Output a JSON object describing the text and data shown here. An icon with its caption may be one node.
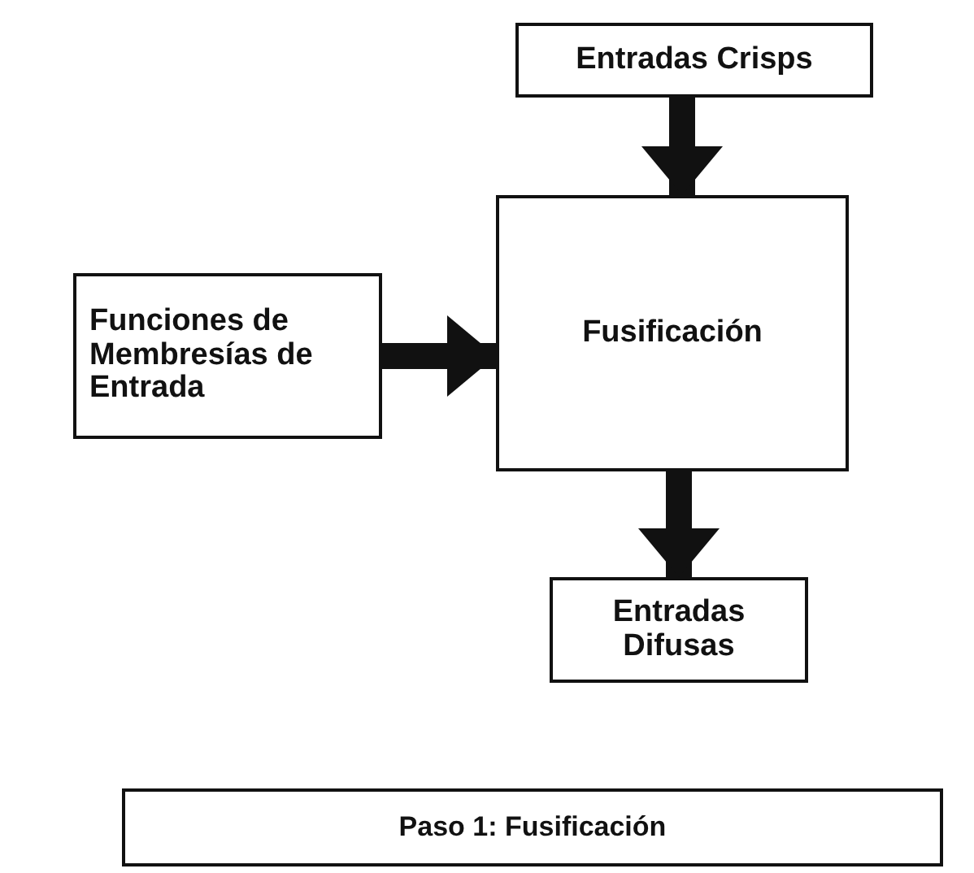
{
  "diagram": {
    "nodes": [
      {
        "text": [
          "Entradas Crisps"
        ]
      },
      {
        "text": [
          "Funciones de Membresías de Entrada"
        ]
      },
      {
        "text": [
          "Fusificación"
        ]
      },
      {
        "text": [
          "Entradas Difusas"
        ]
      },
      {
        "text": [
          "Paso 1: Fusificación"
        ]
      }
    ],
    "edges": [
      {
        "from": 0,
        "to": 2,
        "arrow": "to"
      },
      {
        "from": 1,
        "to": 2,
        "arrow": "to"
      },
      {
        "from": 2,
        "to": 3,
        "arrow": "to"
      }
    ]
  }
}
